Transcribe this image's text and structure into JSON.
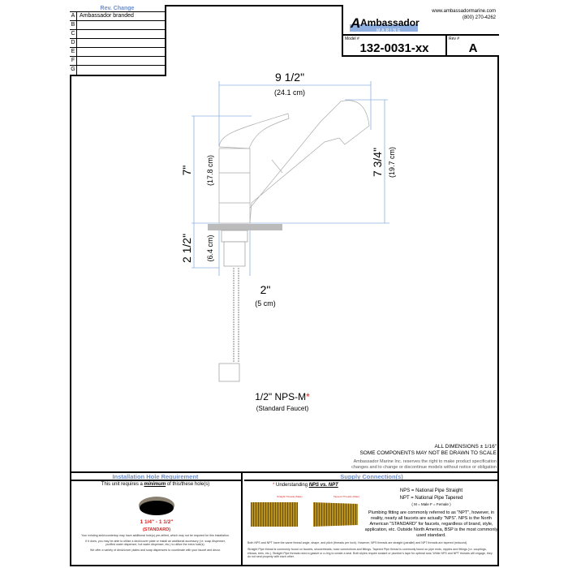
{
  "rev_table": {
    "header": "Rev. Change",
    "rows": [
      {
        "letter": "A",
        "text": "Ambassador branded"
      },
      {
        "letter": "B",
        "text": ""
      },
      {
        "letter": "C",
        "text": ""
      },
      {
        "letter": "D",
        "text": ""
      },
      {
        "letter": "E",
        "text": ""
      },
      {
        "letter": "F",
        "text": ""
      },
      {
        "letter": "G",
        "text": ""
      }
    ]
  },
  "title_block": {
    "logo_text": "Ambassador",
    "logo_sub": "MARINE",
    "website": "www.ambassadormarine.com",
    "phone": "(800) 270-4262",
    "model_label": "Model #",
    "model": "132-0031-xx",
    "rev_label": "Rev #",
    "rev": "A"
  },
  "drawing": {
    "width_in": "9 1/2\"",
    "width_cm": "(24.1 cm)",
    "height_in": "7\"",
    "height_cm": "(17.8 cm)",
    "spout_in": "7 3/4\"",
    "spout_cm": "(19.7 cm)",
    "shank_in": "2 1/2\"",
    "shank_cm": "(6.4 cm)",
    "shank_dia_in": "2\"",
    "shank_dia_cm": "(5 cm)",
    "connection": "1/2\" NPS-M",
    "connection_mark": "*",
    "connection_sub": "(Standard Faucet)"
  },
  "notes": {
    "line1": "ALL DIMENSIONS ± 1/16\"",
    "line2": "SOME COMPONENTS MAY NOT BE DRAWN TO SCALE",
    "line3": "Ambassador Marine Inc. reserves the right to make product specification",
    "line4": "changes and to change or discontinue models without notice or obligation"
  },
  "install": {
    "title": "Installation Hole Requirement",
    "intro_a": "This unit requires a ",
    "intro_b": "minimum",
    "intro_c": " of this/these hole(s)",
    "hole_size": "1 1/4\" - 1 1/2\"",
    "hole_std": "(STANDARD)",
    "p1": "Your existing sink/countertop may have additional hole(s) pre-drilled, which may not be required for this installation.",
    "p2": "If it does, you may be able to utilize a deck/cover plate or install an additional accessory (i.e. soap dispenser, purified water dispenser, hot water dispenser, etc.) to utilize the extra hole(s).",
    "p3": "We offer a variety of deck/cover plates and soap dispensers to coordinate with your faucet and decor."
  },
  "supply": {
    "title": "Supply Connection(s)",
    "star": "*",
    "understanding": "Understanding ",
    "nps_vs_npt": "NPS vs. NPT",
    "straight_label": "Straight Threads (Male)",
    "tapered_label": "Tapered Threads (Male)",
    "nps_def": "NPS = National Pipe Straight",
    "npt_def": "NPT = National Pipe Tapered",
    "mf": "( M = Male      F = Female )",
    "para": "Plumbing fitting are commonly referred to as \"NPT\", however, in reality, nearly all faucets are actually \"NPS\". NPS is the North American \"STANDARD\" for faucets, regardless of brand, style, application, etc.  Outside North America, BSP is the most commonly used standard.",
    "fine1": "Both NPS and NPT have the same thread angle, shape, and pitch (threads per inch).  However, NPS threads are straight (parallel) and NPT threads are tapered (reduced).",
    "fine2": "Straight Pipe thread is commonly found on faucets, showerheads, hose connections and fittings.  Tapered Pipe thread is commonly found on pipe ends, nipples and fittings (i.e. couplings, elbows, tees, etc.).  Straight Pipe threads need a gasket or o-ring to create a seal.  Both styles require sealant or plumber's tape for optimal seal. While NPS and NPT threads will engage, they do not seal properly with each other."
  },
  "colors": {
    "dimension": "#8fb0e0",
    "header": "#6f8fc8",
    "red": "#e02020",
    "brass": "#b8901c"
  }
}
